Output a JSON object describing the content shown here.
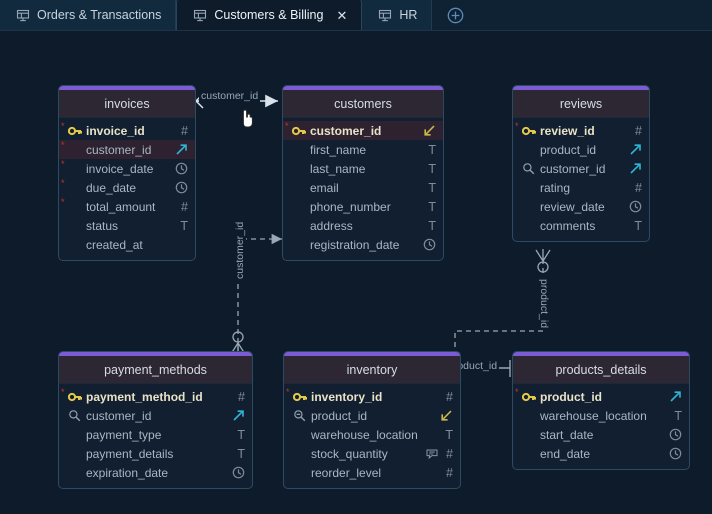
{
  "tabs": [
    {
      "label": "Orders & Transactions",
      "icon": "diagram-icon",
      "active": false,
      "closable": false
    },
    {
      "label": "Customers & Billing",
      "icon": "diagram-icon",
      "active": true,
      "closable": true,
      "close_label": "✕"
    },
    {
      "label": "HR",
      "icon": "diagram-icon",
      "active": false,
      "closable": false
    }
  ],
  "add_tab_label": "+",
  "colors": {
    "canvas_bg": "#0d1b2a",
    "tabbar_bg": "#0f2233",
    "table_bg": "#121f30",
    "table_border": "#2d4a63",
    "table_header_bg": "#2c2733",
    "accent_bar": "#7b5cd6",
    "pk_key": "#e3c84a",
    "fk_arrow": "#2fb6d6",
    "required_star": "#c0392b",
    "row_highlight": "#2e2230",
    "edge_line": "#8e9aa6",
    "edge_highlight": "#e6ecf1"
  },
  "tables": [
    {
      "name": "invoices",
      "columns": [
        {
          "name": "invoice_id",
          "key": "pk",
          "type_icon": "hash",
          "required": true,
          "pk": true,
          "highlight": false
        },
        {
          "name": "customer_id",
          "key": "none",
          "type_icon": "fk-out",
          "required": true,
          "pk": false,
          "highlight": true
        },
        {
          "name": "invoice_date",
          "key": "none",
          "type_icon": "clock",
          "required": true,
          "pk": false,
          "highlight": false
        },
        {
          "name": "due_date",
          "key": "none",
          "type_icon": "clock",
          "required": true,
          "pk": false,
          "highlight": false
        },
        {
          "name": "total_amount",
          "key": "none",
          "type_icon": "hash",
          "required": true,
          "pk": false,
          "highlight": false
        },
        {
          "name": "status",
          "key": "none",
          "type_icon": "text",
          "required": false,
          "pk": false,
          "highlight": false
        },
        {
          "name": "created_at",
          "key": "none",
          "type_icon": "none",
          "required": false,
          "pk": false,
          "highlight": false
        }
      ]
    },
    {
      "name": "customers",
      "columns": [
        {
          "name": "customer_id",
          "key": "pk",
          "type_icon": "fk-in",
          "required": true,
          "pk": true,
          "highlight": true
        },
        {
          "name": "first_name",
          "key": "none",
          "type_icon": "text",
          "required": false,
          "pk": false,
          "highlight": false
        },
        {
          "name": "last_name",
          "key": "none",
          "type_icon": "text",
          "required": false,
          "pk": false,
          "highlight": false
        },
        {
          "name": "email",
          "key": "none",
          "type_icon": "text",
          "required": false,
          "pk": false,
          "highlight": false
        },
        {
          "name": "phone_number",
          "key": "none",
          "type_icon": "text",
          "required": false,
          "pk": false,
          "highlight": false
        },
        {
          "name": "address",
          "key": "none",
          "type_icon": "text",
          "required": false,
          "pk": false,
          "highlight": false
        },
        {
          "name": "registration_date",
          "key": "none",
          "type_icon": "clock",
          "required": false,
          "pk": false,
          "highlight": false
        }
      ]
    },
    {
      "name": "reviews",
      "columns": [
        {
          "name": "review_id",
          "key": "pk",
          "type_icon": "hash",
          "required": true,
          "pk": true,
          "highlight": false
        },
        {
          "name": "product_id",
          "key": "none",
          "type_icon": "fk-out",
          "required": false,
          "pk": false,
          "highlight": false
        },
        {
          "name": "customer_id",
          "key": "index",
          "type_icon": "fk-out",
          "required": false,
          "pk": false,
          "highlight": false
        },
        {
          "name": "rating",
          "key": "none",
          "type_icon": "hash",
          "required": false,
          "pk": false,
          "highlight": false
        },
        {
          "name": "review_date",
          "key": "none",
          "type_icon": "clock",
          "required": false,
          "pk": false,
          "highlight": false
        },
        {
          "name": "comments",
          "key": "none",
          "type_icon": "text",
          "required": false,
          "pk": false,
          "highlight": false
        }
      ]
    },
    {
      "name": "payment_methods",
      "columns": [
        {
          "name": "payment_method_id",
          "key": "pk",
          "type_icon": "hash",
          "required": true,
          "pk": true,
          "highlight": false
        },
        {
          "name": "customer_id",
          "key": "index",
          "type_icon": "fk-out",
          "required": false,
          "pk": false,
          "highlight": false
        },
        {
          "name": "payment_type",
          "key": "none",
          "type_icon": "text",
          "required": false,
          "pk": false,
          "highlight": false
        },
        {
          "name": "payment_details",
          "key": "none",
          "type_icon": "text",
          "required": false,
          "pk": false,
          "highlight": false
        },
        {
          "name": "expiration_date",
          "key": "none",
          "type_icon": "clock",
          "required": false,
          "pk": false,
          "highlight": false
        }
      ]
    },
    {
      "name": "inventory",
      "columns": [
        {
          "name": "inventory_id",
          "key": "pk",
          "type_icon": "hash",
          "required": true,
          "pk": true,
          "highlight": false
        },
        {
          "name": "product_id",
          "key": "index-uq",
          "type_icon": "fk-in",
          "required": false,
          "pk": false,
          "highlight": false
        },
        {
          "name": "warehouse_location",
          "key": "none",
          "type_icon": "text",
          "required": false,
          "pk": false,
          "highlight": false
        },
        {
          "name": "stock_quantity",
          "key": "none",
          "type_icon": "hash",
          "required": false,
          "pk": false,
          "highlight": false,
          "comment_badge": true
        },
        {
          "name": "reorder_level",
          "key": "none",
          "type_icon": "hash",
          "required": false,
          "pk": false,
          "highlight": false
        }
      ]
    },
    {
      "name": "products_details",
      "columns": [
        {
          "name": "product_id",
          "key": "pk",
          "type_icon": "fk-out",
          "required": true,
          "pk": true,
          "highlight": false
        },
        {
          "name": "warehouse_location",
          "key": "none",
          "type_icon": "text",
          "required": false,
          "pk": false,
          "highlight": false
        },
        {
          "name": "start_date",
          "key": "none",
          "type_icon": "clock",
          "required": false,
          "pk": false,
          "highlight": false
        },
        {
          "name": "end_date",
          "key": "none",
          "type_icon": "clock",
          "required": false,
          "pk": false,
          "highlight": false
        }
      ]
    }
  ],
  "relationships": [
    {
      "label": "customer_id",
      "from": "invoices",
      "to": "customers",
      "style": "solid-highlight",
      "orientation": "horizontal"
    },
    {
      "label": "customer_id",
      "from": "payment_methods",
      "to": "customers",
      "style": "dashed",
      "orientation": "vertical"
    },
    {
      "label": "product_id",
      "from": "reviews",
      "to": "inventory",
      "style": "dashed",
      "orientation": "vertical"
    },
    {
      "label": "product_id",
      "from": "products_details",
      "to": "inventory",
      "style": "solid",
      "orientation": "horizontal"
    }
  ]
}
